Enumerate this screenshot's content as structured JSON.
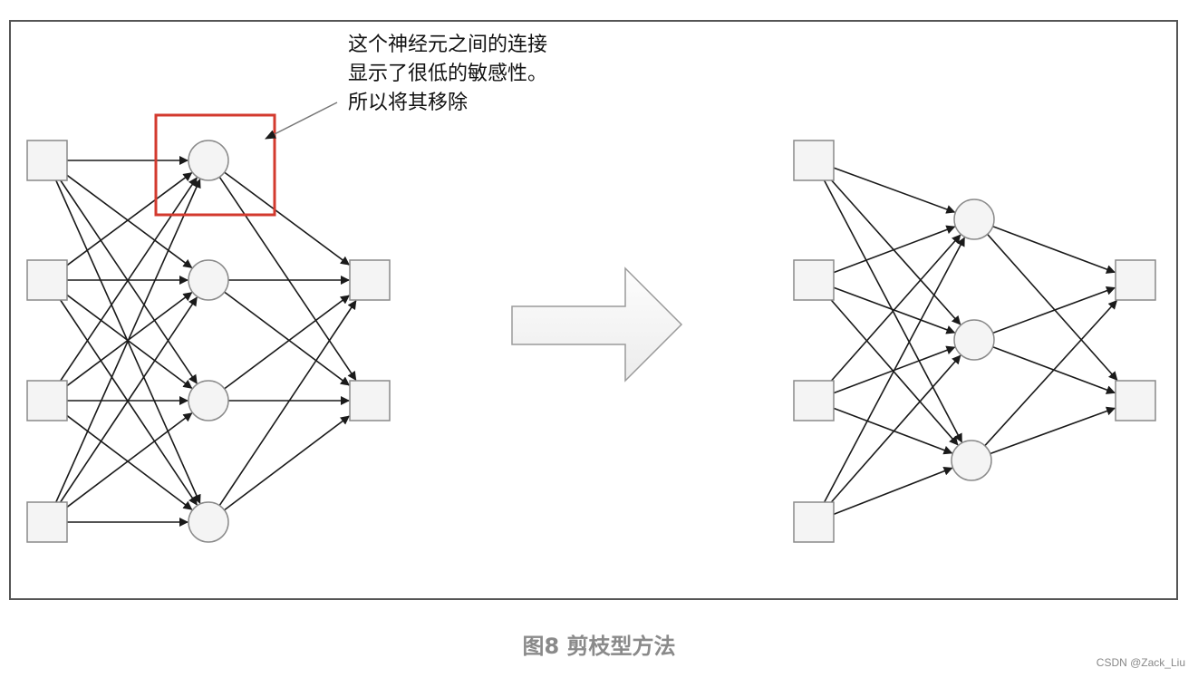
{
  "annotation": {
    "lines": [
      "这个神经元之间的连接",
      "显示了很低的敏感性。",
      "所以将其移除"
    ]
  },
  "caption": "图8 剪枝型方法",
  "watermark": "CSDN @Zack_Liu",
  "colors": {
    "highlight": "#d33a2e",
    "edge": "#1a1a1a",
    "node_stroke": "#8a8a8a",
    "node_fill": "#f4f4f4"
  },
  "networks": {
    "before": {
      "inputs": 4,
      "hidden": 4,
      "outputs": 2,
      "pruned_hidden": 1
    },
    "after": {
      "inputs": 4,
      "hidden": 3,
      "outputs": 2
    }
  }
}
